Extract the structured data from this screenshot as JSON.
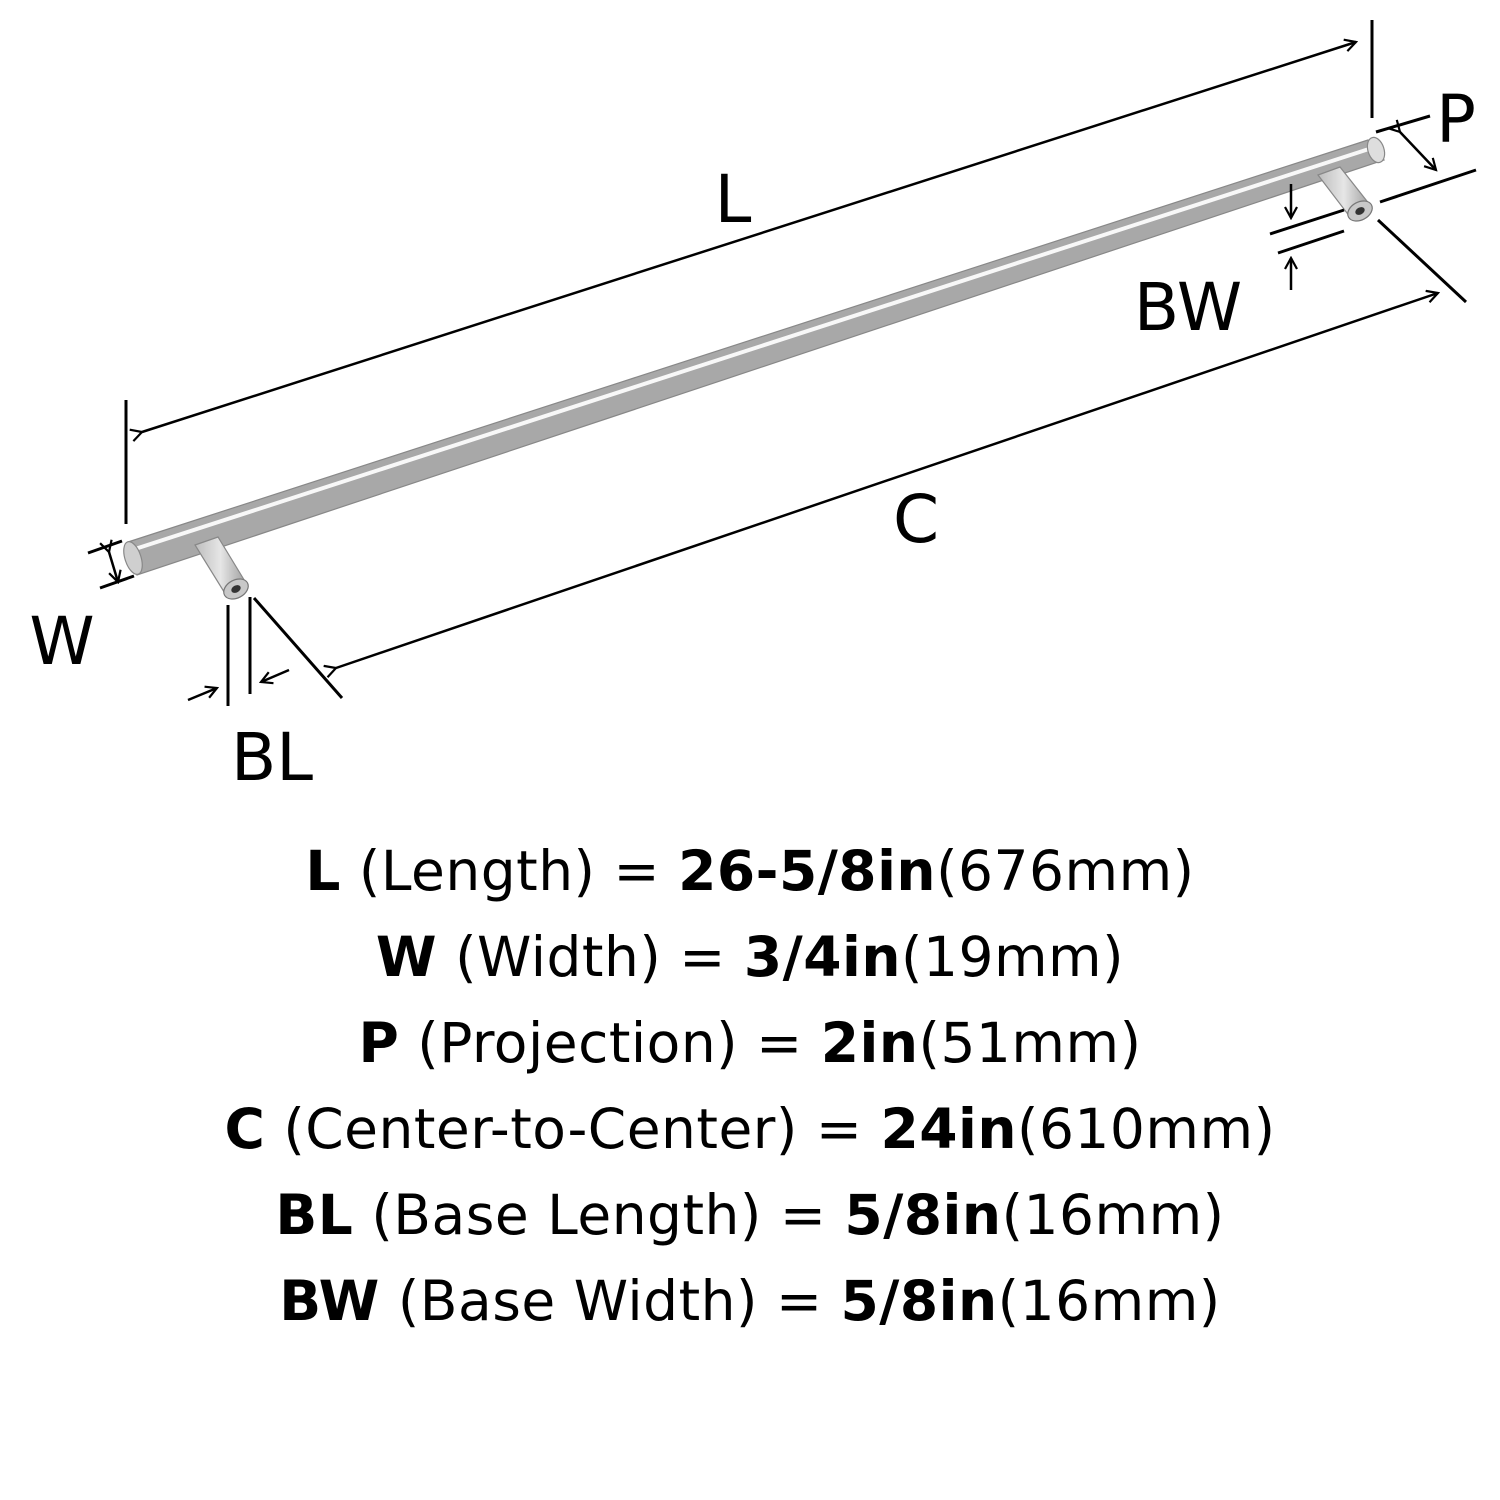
{
  "diagram": {
    "labels": {
      "L": "L",
      "C": "C",
      "W": "W",
      "P": "P",
      "BL": "BL",
      "BW": "BW"
    },
    "colors": {
      "bar_light": "#eeeeee",
      "bar_mid": "#d6d6d6",
      "bar_dark": "#a9a9a9",
      "line": "#000000"
    }
  },
  "specs": [
    {
      "code": "L",
      "name": "(Length)",
      "eq": "=",
      "imperial": "26-5/8in",
      "metric": "(676mm)"
    },
    {
      "code": "W",
      "name": "(Width)",
      "eq": "=",
      "imperial": "3/4in",
      "metric": "(19mm)"
    },
    {
      "code": "P",
      "name": "(Projection)",
      "eq": "=",
      "imperial": "2in",
      "metric": "(51mm)"
    },
    {
      "code": "C",
      "name": "(Center-to-Center)",
      "eq": "=",
      "imperial": "24in",
      "metric": "(610mm)"
    },
    {
      "code": "BL",
      "name": "(Base Length)",
      "eq": "=",
      "imperial": "5/8in",
      "metric": "(16mm)"
    },
    {
      "code": "BW",
      "name": "(Base Width)",
      "eq": "=",
      "imperial": "5/8in",
      "metric": "(16mm)"
    }
  ]
}
